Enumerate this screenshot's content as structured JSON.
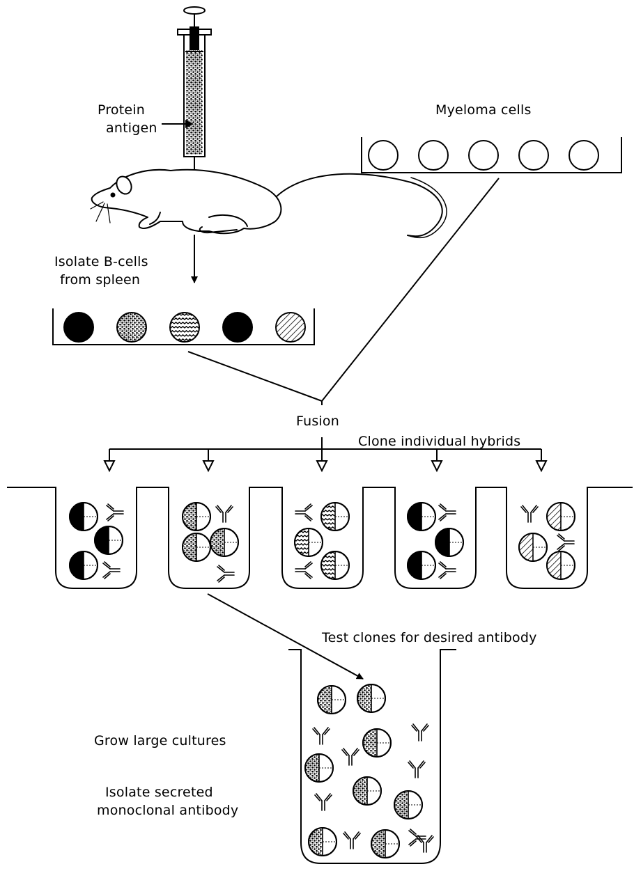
{
  "labels": {
    "protein_antigen": [
      "Protein",
      "antigen"
    ],
    "myeloma_cells": "Myeloma cells",
    "isolate_bcells": [
      "Isolate B-cells",
      "from spleen"
    ],
    "fusion": "Fusion",
    "clone_hybrids": "Clone individual hybrids",
    "test_clones": "Test clones for desired antibody",
    "grow_cultures": "Grow large cultures",
    "isolate_antibody": [
      "Isolate secreted",
      "monoclonal antibody"
    ]
  },
  "bcell_patterns": [
    "solid",
    "stipple",
    "wavy",
    "solid",
    "hatch"
  ],
  "myeloma_count": 5,
  "hybrid_wells": [
    {
      "pattern": "solid"
    },
    {
      "pattern": "stipple"
    },
    {
      "pattern": "wavy"
    },
    {
      "pattern": "solid"
    },
    {
      "pattern": "hatch"
    }
  ],
  "culture_pattern": "stipple",
  "icons": [
    "syringe-icon",
    "mouse-icon",
    "antibody-icon",
    "cell-icon",
    "hybridoma-icon"
  ]
}
